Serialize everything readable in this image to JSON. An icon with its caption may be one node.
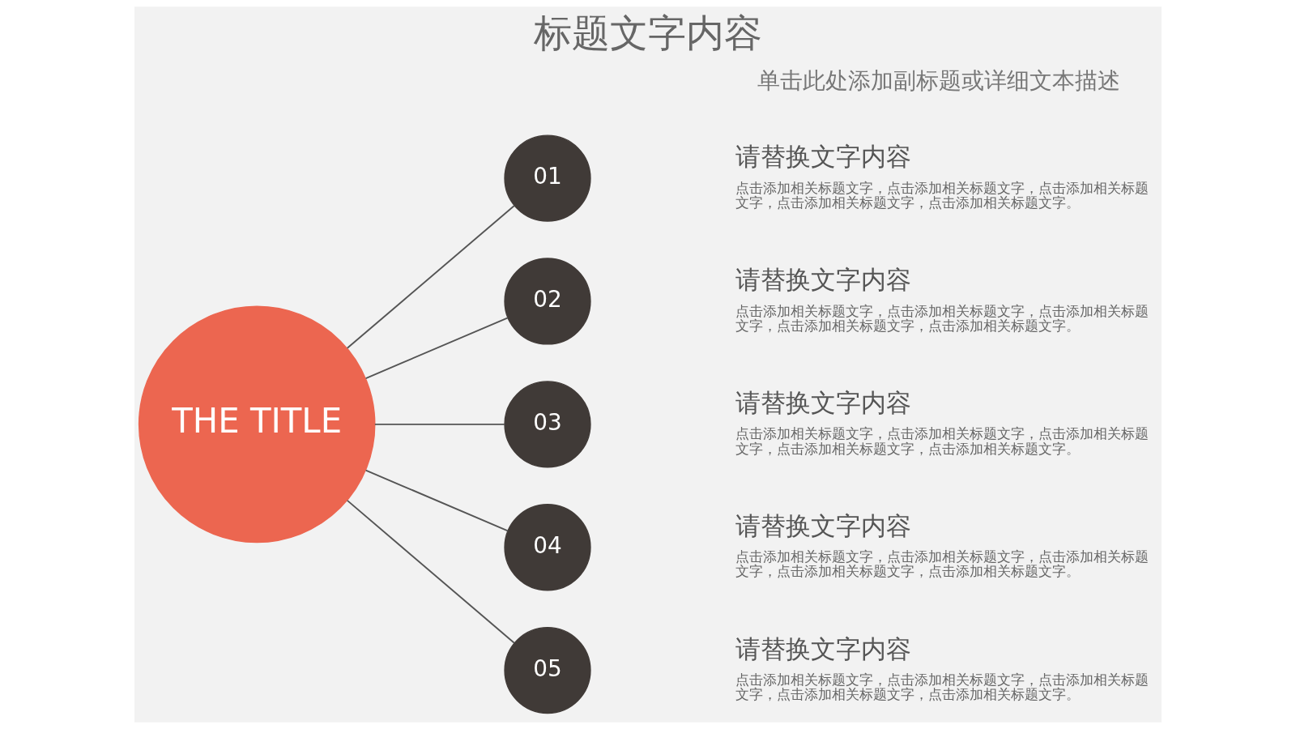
{
  "diagram": {
    "title": "标题文字内容",
    "nodes": [
      {
        "text": [
          "THE TITLE"
        ]
      },
      {
        "text": [
          "01"
        ],
        "beside": [
          "请替换文字内容",
          "点击添加相关标题文字，点击添加相关标题文字，点击添加相关标题文字，点击添加相关标题文字，点击添加相关标题文字。"
        ]
      },
      {
        "text": [
          "02"
        ],
        "beside": [
          "请替换文字内容",
          "点击添加相关标题文字，点击添加相关标题文字，点击添加相关标题文字，点击添加相关标题文字，点击添加相关标题文字。"
        ]
      },
      {
        "text": [
          "03"
        ],
        "beside": [
          "请替换文字内容",
          "点击添加相关标题文字，点击添加相关标题文字，点击添加相关标题文字，点击添加相关标题文字，点击添加相关标题文字。"
        ]
      },
      {
        "text": [
          "04"
        ],
        "beside": [
          "请替换文字内容",
          "点击添加相关标题文字，点击添加相关标题文字，点击添加相关标题文字，点击添加相关标题文字，点击添加相关标题文字。"
        ]
      },
      {
        "text": [
          "05"
        ],
        "beside": [
          "请替换文字内容",
          "点击添加相关标题文字，点击添加相关标题文字，点击添加相关标题文字，点击添加相关标题文字，点击添加相关标题文字。"
        ]
      }
    ],
    "edges": [
      {
        "from": 0,
        "to": 1,
        "arrow": "none"
      },
      {
        "from": 0,
        "to": 2,
        "arrow": "none"
      },
      {
        "from": 0,
        "to": 3,
        "arrow": "none"
      },
      {
        "from": 0,
        "to": 4,
        "arrow": "none"
      },
      {
        "from": 0,
        "to": 5,
        "arrow": "none"
      }
    ],
    "labels": [
      "单击此处添加副标题或详细文本描述"
    ]
  }
}
